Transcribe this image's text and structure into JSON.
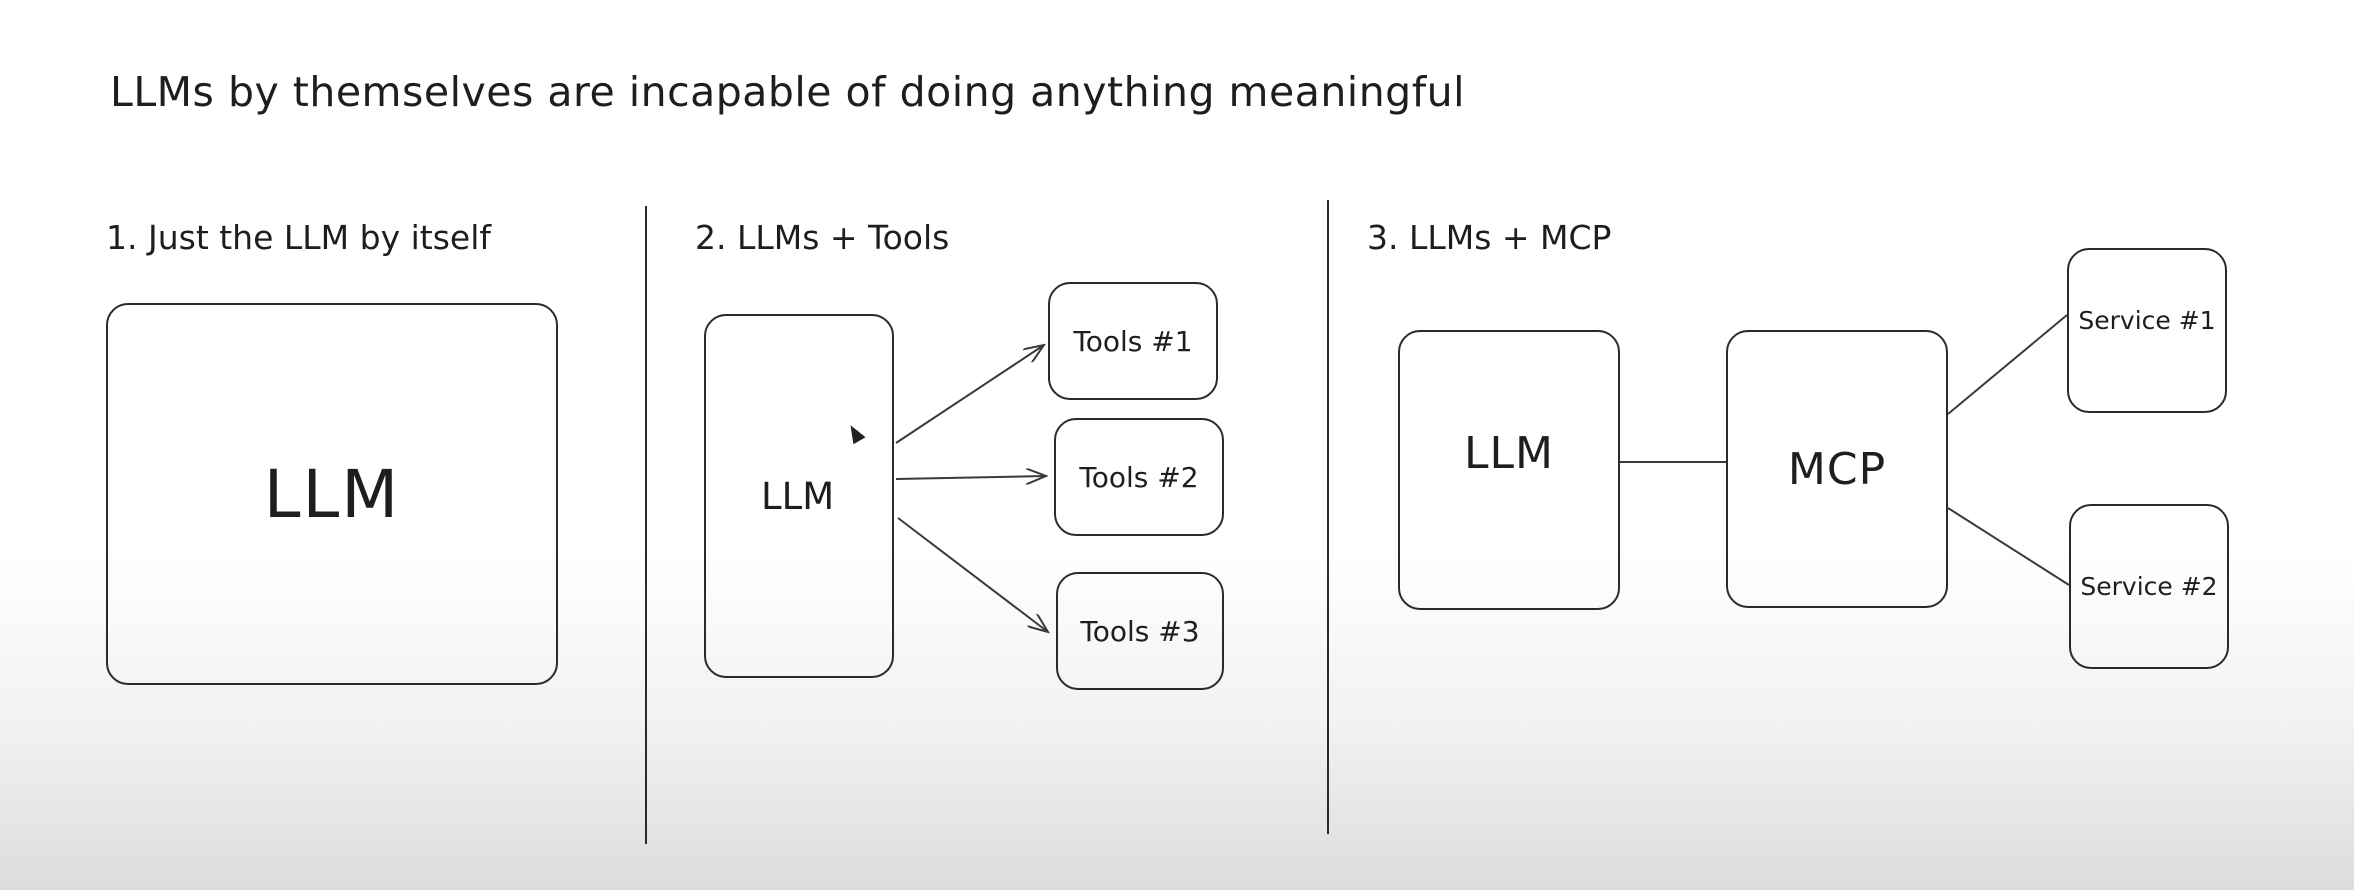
{
  "heading": "LLMs by themselves are incapable of doing anything meaningful",
  "sections": {
    "one": {
      "title": "1. Just the LLM by itself",
      "llm_label": "LLM"
    },
    "two": {
      "title": "2. LLMs + Tools",
      "llm_label": "LLM",
      "tools": [
        "Tools #1",
        "Tools #2",
        "Tools #3"
      ]
    },
    "three": {
      "title": "3. LLMs + MCP",
      "llm_label": "LLM",
      "mcp_label": "MCP",
      "services": [
        "Service #1",
        "Service #2"
      ]
    }
  },
  "colors": {
    "stroke": "#2a2a2a",
    "text": "#1e1e1e"
  }
}
